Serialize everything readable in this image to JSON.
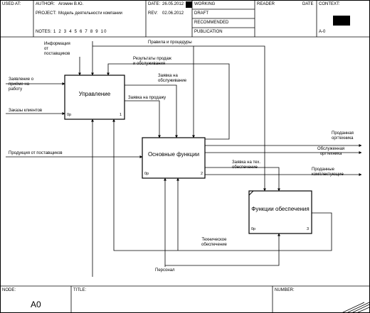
{
  "header": {
    "used_at": "USED AT:",
    "author_label": "AUTHOR:",
    "author": "Агомин В.Ю.",
    "project_label": "PROJECT:",
    "project": "Модель деятельности компании",
    "date_label": "DATE:",
    "date": "26.05.2012",
    "rev_label": "REV:",
    "rev": "02.06.2012",
    "notes_label": "NOTES:",
    "notes": "1 2 3 4 5 6 7 8 9 10",
    "status": [
      "WORKING",
      "DRAFT",
      "RECOMMENDED",
      "PUBLICATION"
    ],
    "reader_label": "READER",
    "reader_date_label": "DATE",
    "context_label": "CONTEXT:",
    "context_node": "A-0"
  },
  "boxes": {
    "management": {
      "title": "Управление",
      "cost": "0р",
      "num": "1"
    },
    "core": {
      "title": "Основные функции",
      "cost": "0р",
      "num": "2"
    },
    "support": {
      "title": "Функции обеспечения",
      "cost": "0р",
      "num": "3"
    }
  },
  "arrows": {
    "info_from_suppliers": "Информация\nот\nпоставщиков",
    "rules": "Правила и процедуры",
    "sales_results": "Результаты продаж\nи обслуживания",
    "service_request": "Заявка на\nобслуживание",
    "sale_request": "Заявка на продажу",
    "tech_request": "Заявка на тех.\nобеспечение",
    "reception_request": "Заявление о\nприёме на\nработу",
    "client_orders": "Заказы клиентов",
    "products_from_suppliers": "Продукция от поставщиков",
    "sold_equipment": "Проданная\nоргтехника",
    "serviced_equipment": "Обслуженная\nоргтехника",
    "sold_parts": "Проданные\nкомплектующие",
    "tech_support": "Техническое\nобеспечение",
    "personnel": "Персонал"
  },
  "footer": {
    "node_label": "NODE:",
    "node": "A0",
    "title_label": "TITLE:",
    "number_label": "NUMBER:"
  }
}
